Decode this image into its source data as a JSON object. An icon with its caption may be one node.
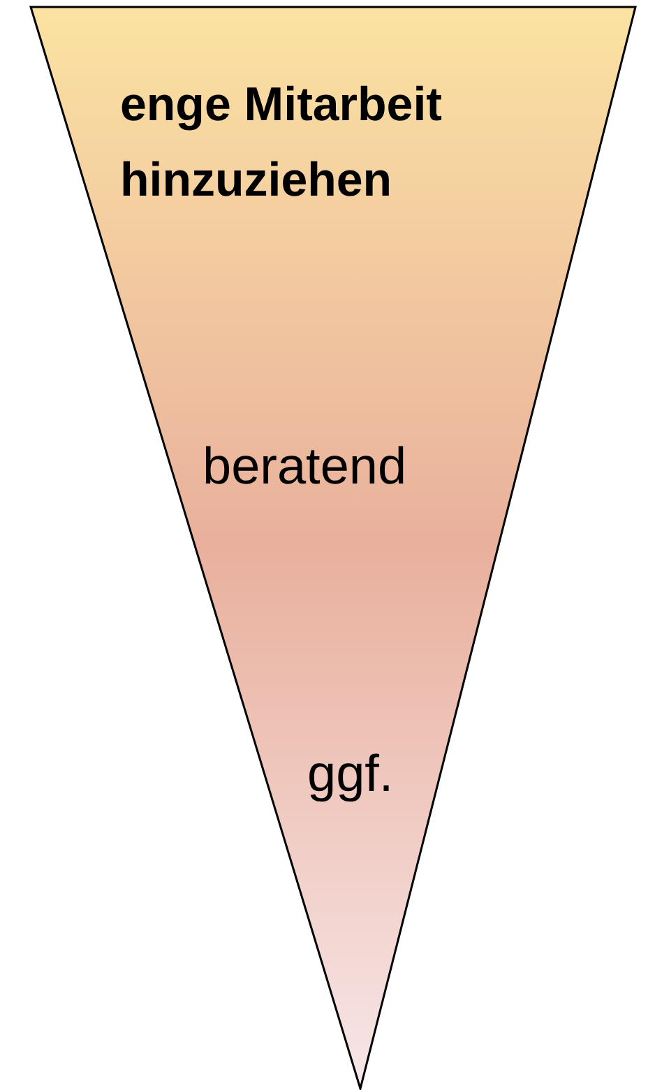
{
  "diagram": {
    "nodes": [
      {
        "text": [
          "enge Mitarbeit hinzuziehen",
          "beratend",
          "ggf."
        ]
      }
    ]
  }
}
